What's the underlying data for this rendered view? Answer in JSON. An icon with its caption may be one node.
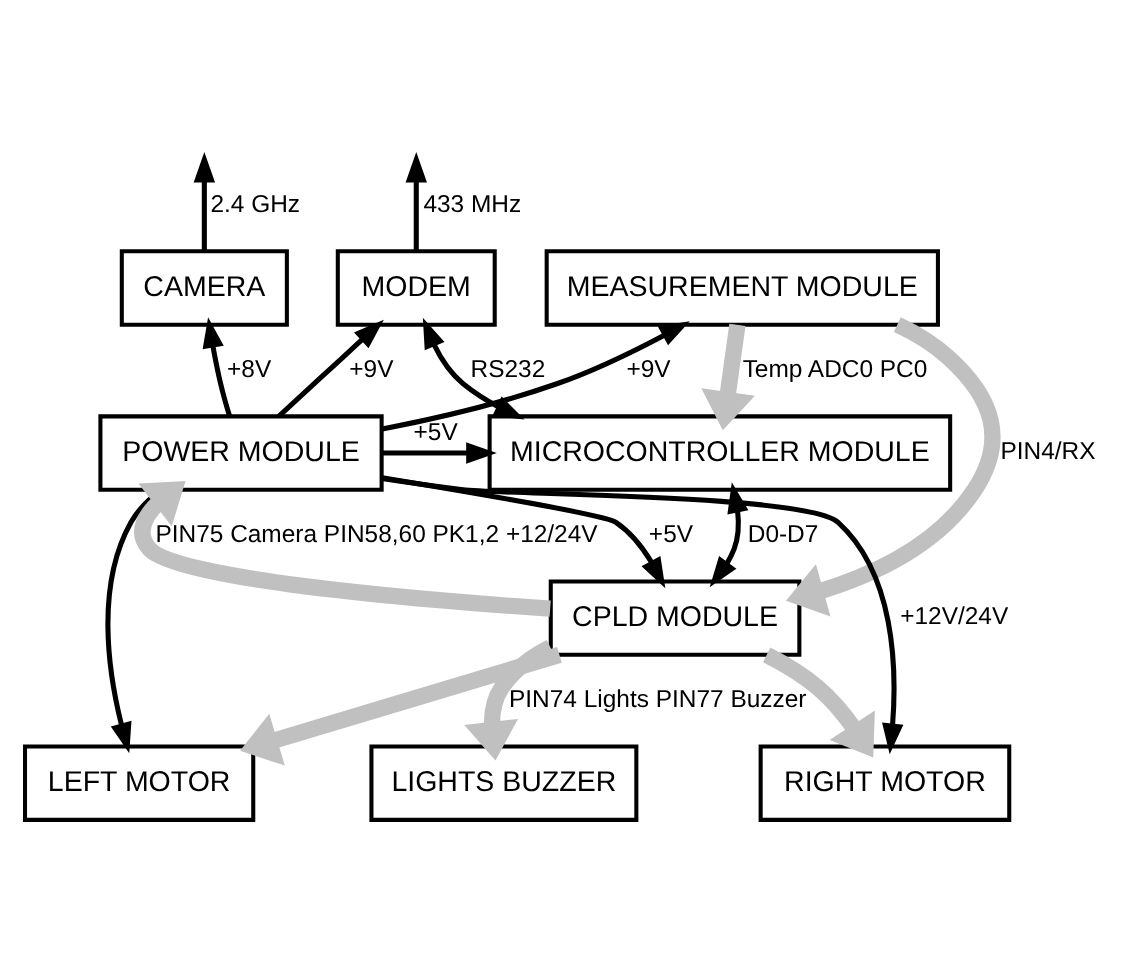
{
  "diagram": {
    "nodes": [
      {
        "text": [
          "MEASUREMENT MODULE"
        ]
      },
      {
        "text": [
          "MODEM"
        ]
      },
      {
        "text": [
          "CAMERA"
        ]
      },
      {
        "text": [
          "MICROCONTROLLER MODULE"
        ]
      },
      {
        "text": [
          "POWER MODULE"
        ]
      },
      {
        "text": [
          "CPLD MODULE"
        ]
      },
      {
        "text": [
          "LEFT MOTOR"
        ]
      },
      {
        "text": [
          "RIGHT MOTOR"
        ]
      },
      {
        "text": [
          "LIGHTS BUZZER"
        ]
      }
    ],
    "edges": [
      {
        "from": 1,
        "to": null,
        "arrow": "to",
        "label": "433 MHz"
      },
      {
        "from": 2,
        "to": null,
        "arrow": "to",
        "label": "2.4 GHz"
      },
      {
        "from": 4,
        "to": 1,
        "arrow": "to",
        "label": "+9V"
      },
      {
        "from": 4,
        "to": 2,
        "arrow": "to",
        "label": "+8V"
      },
      {
        "from": 1,
        "to": 3,
        "arrow": "both",
        "label": "RS232"
      },
      {
        "from": 4,
        "to": 0,
        "arrow": "to",
        "label": "+9V"
      },
      {
        "from": 0,
        "to": 3,
        "arrow": "to",
        "label": "Temp ADC0 PC0",
        "style": "thick",
        "color": "#c0c0c0"
      },
      {
        "from": 4,
        "to": 3,
        "arrow": "to",
        "label": "+5V"
      },
      {
        "from": 3,
        "to": 5,
        "arrow": "both",
        "label": "D0-D7"
      },
      {
        "from": 0,
        "to": 5,
        "arrow": "to",
        "label": "PIN4/RX",
        "style": "thick",
        "color": "#c0c0c0"
      },
      {
        "from": 4,
        "to": 5,
        "arrow": "to",
        "label": "+5V"
      },
      {
        "from": 4,
        "to": 7,
        "arrow": "to",
        "label": "+12V/24V"
      },
      {
        "from": 4,
        "to": 6,
        "arrow": "to"
      },
      {
        "from": 5,
        "to": 6,
        "arrow": "to",
        "style": "thick",
        "color": "#c0c0c0"
      },
      {
        "from": 5,
        "to": 7,
        "arrow": "to",
        "style": "thick",
        "color": "#c0c0c0"
      },
      {
        "from": 5,
        "to": 8,
        "arrow": "to",
        "label": "PIN74 Lights PIN77 Buzzer",
        "style": "thick",
        "color": "#c0c0c0"
      },
      {
        "from": 5,
        "to": 4,
        "arrow": "to",
        "label": "PIN75 Camera PIN58,60 PK1,2 +12/24V",
        "style": "thick",
        "color": "#c0c0c0"
      }
    ]
  }
}
